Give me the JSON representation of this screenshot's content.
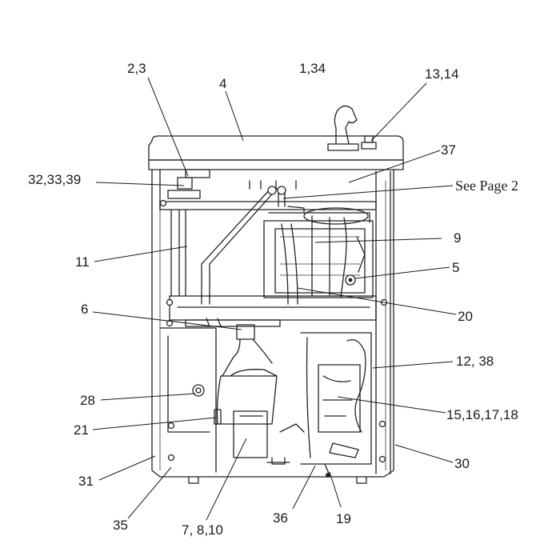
{
  "callouts": {
    "c_2_3": "2,3",
    "c_4": "4",
    "c_1_34": "1,34",
    "c_13_14": "13,14",
    "c_37": "37",
    "c_32_33_39": "32,33,39",
    "c_see_page_2": "See Page 2",
    "c_9": "9",
    "c_11": "11",
    "c_5": "5",
    "c_6": "6",
    "c_20": "20",
    "c_12_38": "12, 38",
    "c_28": "28",
    "c_15_16_17_18": "15,16,17,18",
    "c_21": "21",
    "c_31": "31",
    "c_30": "30",
    "c_35": "35",
    "c_36": "36",
    "c_7_8_10": "7, 8,10",
    "c_19": "19"
  }
}
